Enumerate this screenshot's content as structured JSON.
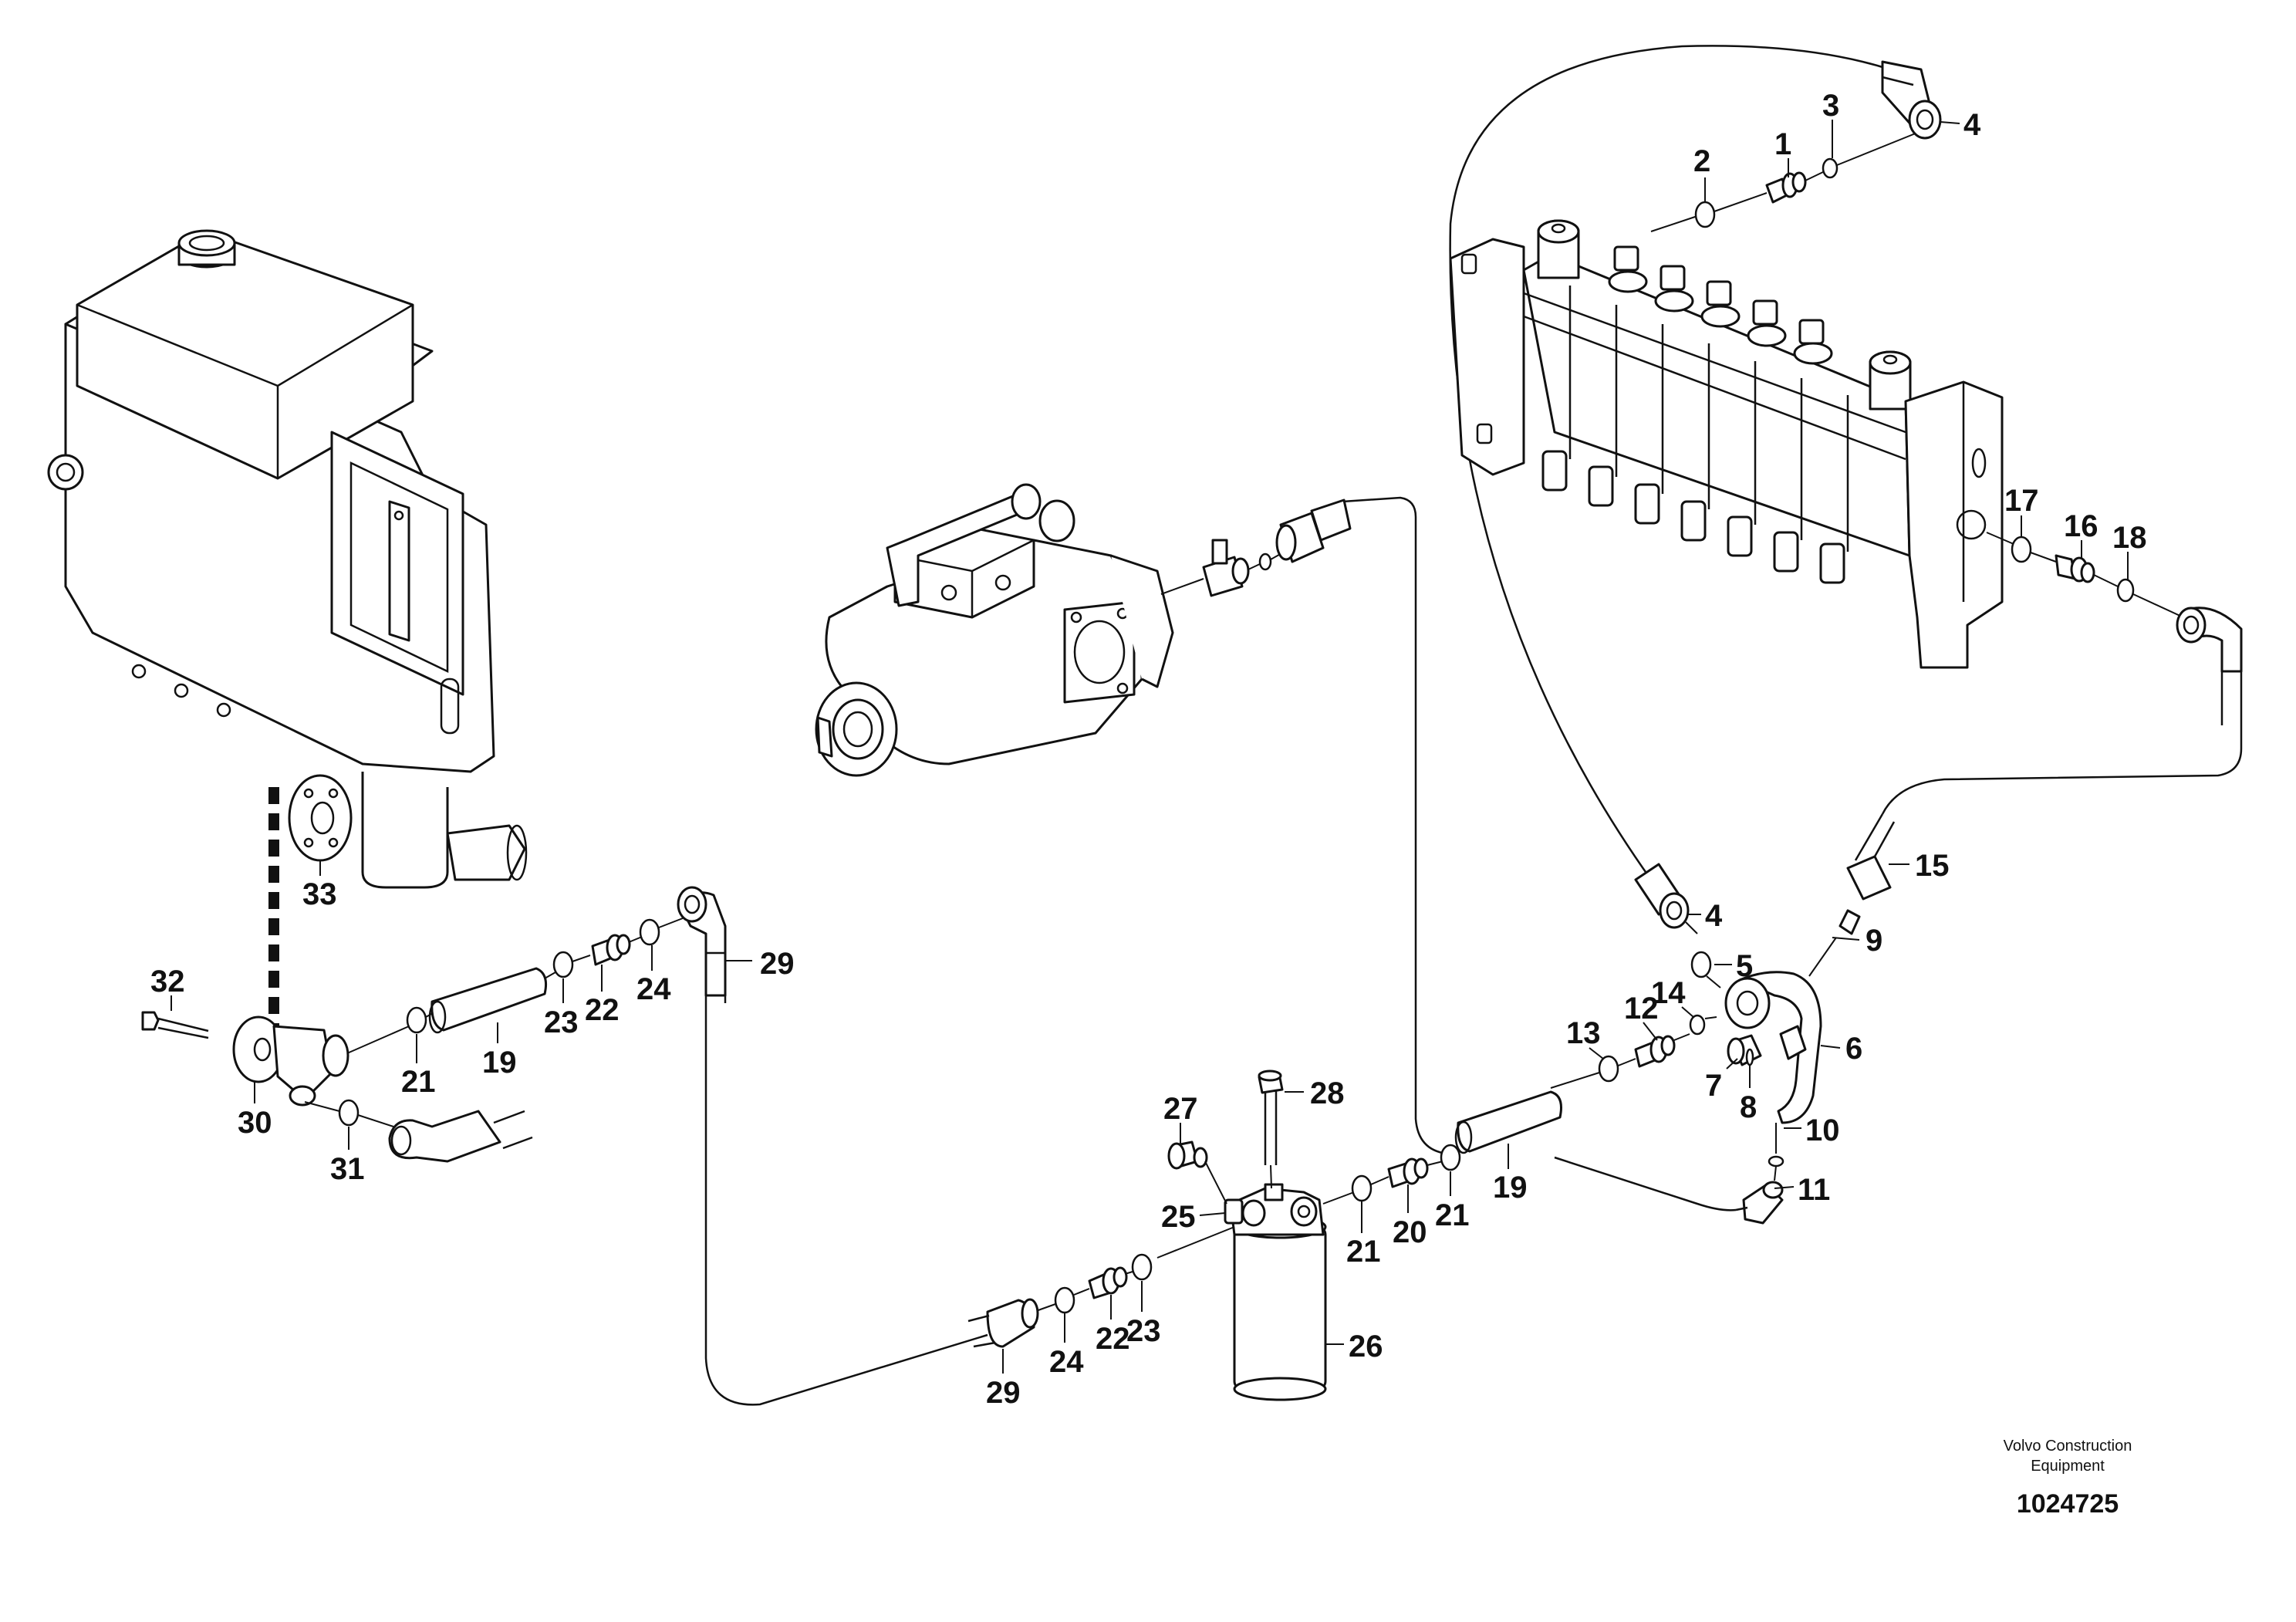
{
  "brand": {
    "line1": "Volvo Construction",
    "line2": "Equipment",
    "doc_number": "1024725"
  },
  "callouts": [
    {
      "id": "c1",
      "label": "1"
    },
    {
      "id": "c2",
      "label": "2"
    },
    {
      "id": "c3",
      "label": "3"
    },
    {
      "id": "c4a",
      "label": "4"
    },
    {
      "id": "c4b",
      "label": "4"
    },
    {
      "id": "c5",
      "label": "5"
    },
    {
      "id": "c6",
      "label": "6"
    },
    {
      "id": "c7",
      "label": "7"
    },
    {
      "id": "c8",
      "label": "8"
    },
    {
      "id": "c9",
      "label": "9"
    },
    {
      "id": "c10",
      "label": "10"
    },
    {
      "id": "c11",
      "label": "11"
    },
    {
      "id": "c12",
      "label": "12"
    },
    {
      "id": "c13",
      "label": "13"
    },
    {
      "id": "c14",
      "label": "14"
    },
    {
      "id": "c15",
      "label": "15"
    },
    {
      "id": "c16",
      "label": "16"
    },
    {
      "id": "c17",
      "label": "17"
    },
    {
      "id": "c18",
      "label": "18"
    },
    {
      "id": "c19a",
      "label": "19"
    },
    {
      "id": "c19b",
      "label": "19"
    },
    {
      "id": "c20",
      "label": "20"
    },
    {
      "id": "c21a",
      "label": "21"
    },
    {
      "id": "c21b",
      "label": "21"
    },
    {
      "id": "c21c",
      "label": "21"
    },
    {
      "id": "c22a",
      "label": "22"
    },
    {
      "id": "c22b",
      "label": "22"
    },
    {
      "id": "c23a",
      "label": "23"
    },
    {
      "id": "c23b",
      "label": "23"
    },
    {
      "id": "c24a",
      "label": "24"
    },
    {
      "id": "c24b",
      "label": "24"
    },
    {
      "id": "c25",
      "label": "25"
    },
    {
      "id": "c26",
      "label": "26"
    },
    {
      "id": "c27",
      "label": "27"
    },
    {
      "id": "c28",
      "label": "28"
    },
    {
      "id": "c29a",
      "label": "29"
    },
    {
      "id": "c29b",
      "label": "29"
    },
    {
      "id": "c30",
      "label": "30"
    },
    {
      "id": "c31",
      "label": "31"
    },
    {
      "id": "c32",
      "label": "32"
    },
    {
      "id": "c33",
      "label": "33"
    }
  ]
}
